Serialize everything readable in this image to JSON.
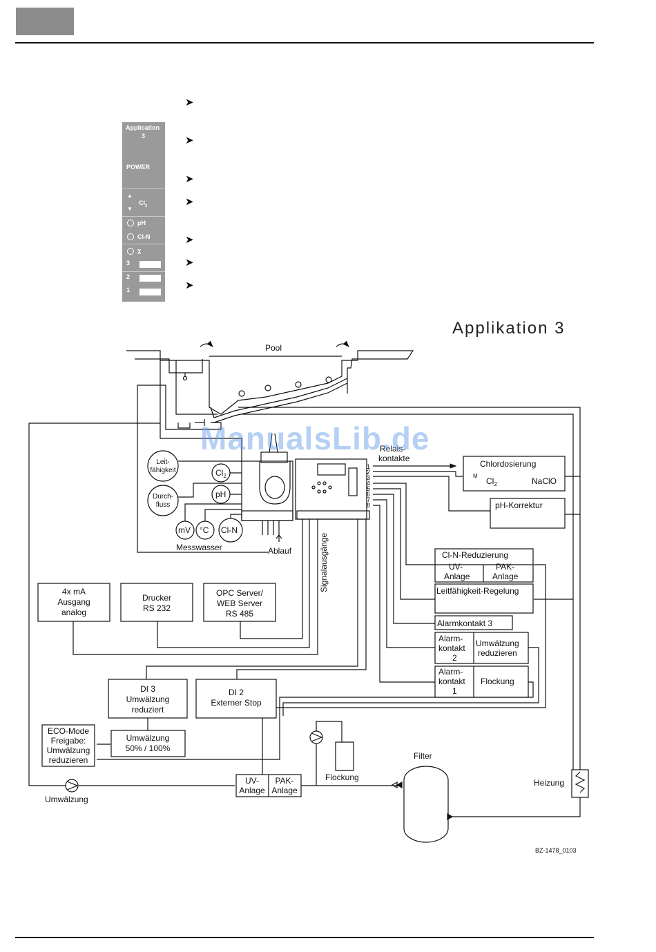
{
  "header": {
    "block_color": "#8c8c8c"
  },
  "panel": {
    "title_line1": "Application",
    "title_line2": "3",
    "power": "POWER",
    "cl": "Cl",
    "cl_sub": "2",
    "ph": "pH",
    "cln": "Cl-N",
    "x": "χ",
    "relay3": "3",
    "relay2": "2",
    "relay1": "1"
  },
  "bullets": [
    "➤",
    "➤",
    "➤",
    "➤",
    "➤",
    "➤",
    "➤"
  ],
  "diagram": {
    "title": "Applikation 3",
    "pool": "Pool",
    "relais_line1": "Relais-",
    "relais_line2": "kontakte",
    "relay_numbers": [
      "1",
      "2",
      "3",
      "4",
      "5",
      "6",
      "7",
      "8"
    ],
    "leitfaehigkeit_line1": "Leit-",
    "leitfaehigkeit_line2": "fähigkeit",
    "durchfluss_line1": "Durch-",
    "durchfluss_line2": "fluss",
    "cl2": "Cl",
    "cl2_sub": "2",
    "ph": "pH",
    "mv": "mV",
    "degc": "°C",
    "cln": "Cl-N",
    "messwasser": "Messwasser",
    "ablauf": "Ablauf",
    "signalausgaenge": "Signalausgänge",
    "chlordosierung": "Chlordosierung",
    "chlor_m": "M",
    "chlor_cl": "Cl",
    "chlor_cl_sub": "2",
    "chlor_naclo": "NaClO",
    "ph_korrektur": "pH-Korrektur",
    "cln_reduzierung": "Cl-N-Reduzierung",
    "uv_anlage_line1": "UV-",
    "uv_anlage_line2": "Anlage",
    "pak_anlage_line1": "PAK-",
    "pak_anlage_line2": "Anlage",
    "leitfaehigkeit_regelung": "Leitfähigkeit-Regelung",
    "alarmkontakt3": "Alarmkontakt 3",
    "alarm2_line1": "Alarm-",
    "alarm2_line2": "kontakt",
    "alarm2_line3": "2",
    "umwaelzung_reduzieren_line1": "Umwälzung",
    "umwaelzung_reduzieren_line2": "reduzieren",
    "alarm1_line1": "Alarm-",
    "alarm1_line2": "kontakt",
    "alarm1_line3": "1",
    "flockung": "Flockung",
    "ma_line1": "4x mA",
    "ma_line2": "Ausgang",
    "ma_line3": "analog",
    "drucker_line1": "Drucker",
    "drucker_line2": "RS 232",
    "opc_line1": "OPC Server/",
    "opc_line2": "WEB Server",
    "opc_line3": "RS 485",
    "di3_line1": "DI 3",
    "di3_line2": "Umwälzung",
    "di3_line3": "reduziert",
    "di2_line1": "DI 2",
    "di2_line2": "Externer Stop",
    "eco_line1": "ECO-Mode",
    "eco_line2": "Freigabe:",
    "eco_line3": "Umwälzung",
    "eco_line4": "reduzieren",
    "umw_line1": "Umwälzung",
    "umw_line2": "50% / 100%",
    "uv_bottom_line1": "UV-",
    "uv_bottom_line2": "Anlage",
    "pak_bottom_line1": "PAK-",
    "pak_bottom_line2": "Anlage",
    "flockung_bottom": "Flockung",
    "filter": "Filter",
    "heizung": "Heizung",
    "umwaelzung_pump": "Umwälzung",
    "drawing_id": "BZ-1478_0103"
  },
  "watermark": "ManualsLib.de"
}
